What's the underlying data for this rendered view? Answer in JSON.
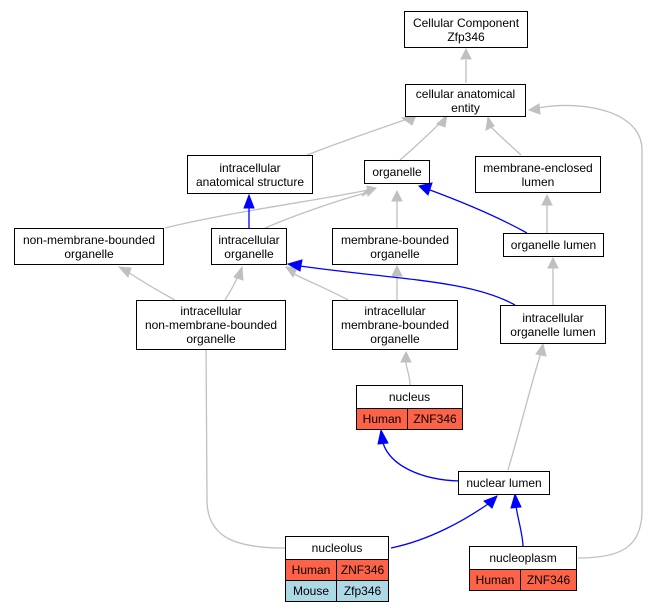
{
  "colors": {
    "is_a_edge": "#c0c0c0",
    "part_of_edge": "#0000ff",
    "human": "#ff6347",
    "mouse": "#add8e6"
  },
  "nodes": {
    "root": "Cellular Component\nZfp346",
    "cae": "cellular anatomical\nentity",
    "ias": "intracellular\nanatomical structure",
    "organelle": "organelle",
    "mel": "membrane-enclosed\nlumen",
    "nmbo": "non-membrane-bounded\norganelle",
    "io": "intracellular\norganelle",
    "mbo": "membrane-bounded\norganelle",
    "ol": "organelle lumen",
    "inmbo": "intracellular\nnon-membrane-bounded\norganelle",
    "imbo": "intracellular\nmembrane-bounded\norganelle",
    "iol": "intracellular\norganelle lumen",
    "nuclear_lumen": "nuclear lumen"
  },
  "records": {
    "nucleus": {
      "title": "nucleus",
      "rows": [
        {
          "species": "Human",
          "gene": "ZNF346"
        }
      ]
    },
    "nucleolus": {
      "title": "nucleolus",
      "rows": [
        {
          "species": "Human",
          "gene": "ZNF346"
        },
        {
          "species": "Mouse",
          "gene": "Zfp346"
        }
      ]
    },
    "nucleoplasm": {
      "title": "nucleoplasm",
      "rows": [
        {
          "species": "Human",
          "gene": "ZNF346"
        }
      ]
    }
  }
}
